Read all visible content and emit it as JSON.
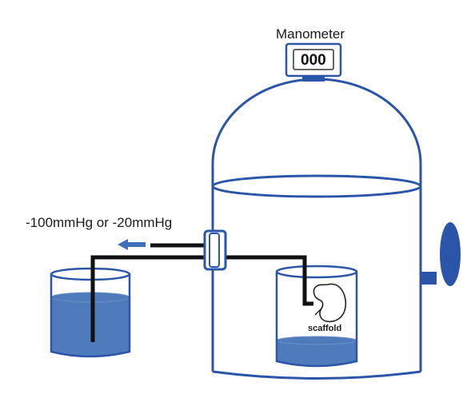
{
  "manometer": {
    "title": "Manometer",
    "display": "000"
  },
  "pressure_label": "-100mmHg or -20mmHg",
  "scaffold_label": "scaffold",
  "colors": {
    "outline": "#2b55a8",
    "liquid": "#4f7bbd",
    "tube": "#111111",
    "arrow": "#3f6fb8"
  }
}
